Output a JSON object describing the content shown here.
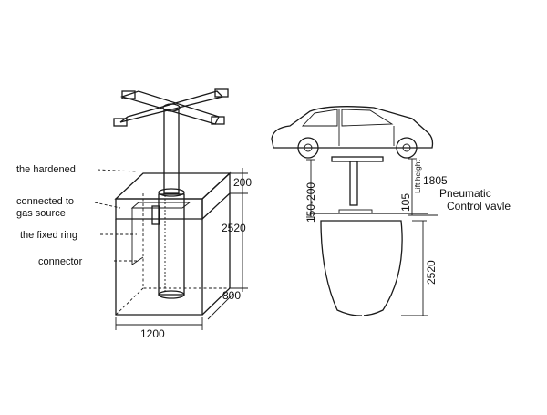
{
  "left_diagram": {
    "labels": {
      "hardened": "the hardened",
      "gas_source": "connected to\ngas source",
      "fixed_ring": "the fixed ring",
      "connector": "connector"
    },
    "dimensions": {
      "top_thickness": "200",
      "depth": "2520",
      "side": "800",
      "width": "1200"
    }
  },
  "right_diagram": {
    "dimensions": {
      "clearance": "150-200",
      "lift_height_label": "Lift height",
      "lift_height": "1805",
      "base": "105",
      "depth": "2520"
    },
    "labels": {
      "control_valve": "Pneumatic\nControl vavle"
    }
  }
}
